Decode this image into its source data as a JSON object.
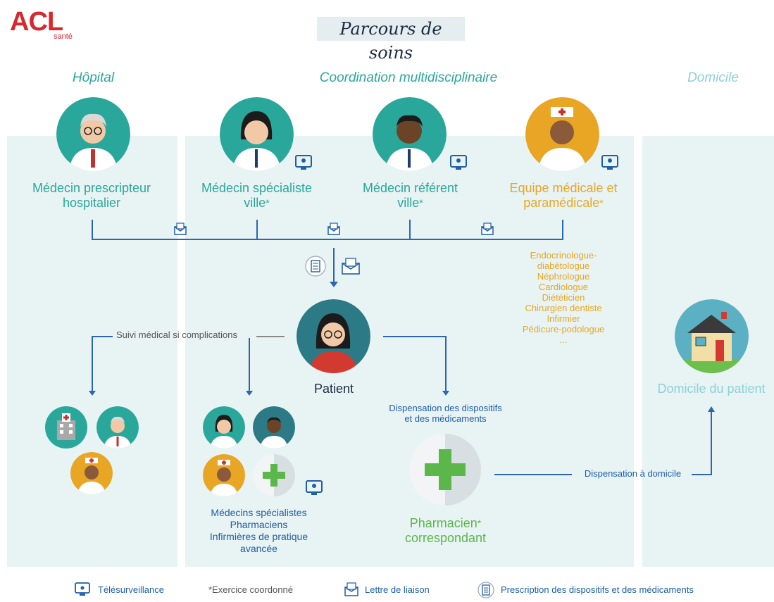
{
  "header": {
    "logo_text": "ACL",
    "logo_sub": "santé",
    "title": "Parcours de soins"
  },
  "columns": {
    "hospital": "Hôpital",
    "coordination": "Coordination multidisciplinaire",
    "home": "Domicile"
  },
  "roles": {
    "prescriber_line1": "Médecin prescripteur",
    "prescriber_line2": "hospitalier",
    "specialist_line1": "Médecin spécialiste",
    "specialist_line2": "ville",
    "referent_line1": "Médecin référent",
    "referent_line2": "ville",
    "team_line1": "Equipe médicale et",
    "team_line2": "paramédicale",
    "star": "*"
  },
  "specialties": [
    "Endocrinologue-",
    "diabétologue",
    "Néphrologue",
    "Cardiologue",
    "Diététicien",
    "Chirurgien dentiste",
    "Infirmier",
    "Pédicure-podologue",
    "..."
  ],
  "flows": {
    "follow_up": "Suivi médical si complications",
    "dispensation_line1": "Dispensation des dispositifs",
    "dispensation_line2": "et des médicaments",
    "home_dispensation": "Dispensation à domicile"
  },
  "patient": {
    "label": "Patient"
  },
  "pharmacist": {
    "line1": "Pharmacien",
    "line2": "correspondant",
    "star": "*"
  },
  "home": {
    "label": "Domicile du patient"
  },
  "care_group": {
    "line1": "Médecins spécialistes",
    "line2": "Pharmaciens",
    "line3": "Infirmières de pratique",
    "line4": "avancée"
  },
  "legend": {
    "telemonitoring": "Télésurveillance",
    "coordinated": "*Exercice coordonné",
    "letter": "Lettre de liaison",
    "prescription": "Prescription des dispositifs et des médicaments"
  },
  "colors": {
    "teal": "#2aa79b",
    "orange": "#e8a624",
    "green": "#5bb74a",
    "blue": "#1f5ea8",
    "logo_red": "#d7282f"
  }
}
